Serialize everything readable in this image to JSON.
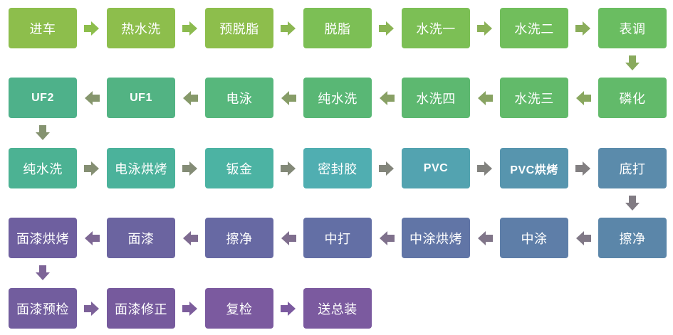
{
  "steps": [
    {
      "label": "进车",
      "color": "#8DBE4C"
    },
    {
      "label": "热水洗",
      "color": "#8DBE4C"
    },
    {
      "label": "预脱脂",
      "color": "#8DBE4C"
    },
    {
      "label": "脱脂",
      "color": "#7CBF55"
    },
    {
      "label": "水洗一",
      "color": "#7CBF55"
    },
    {
      "label": "水洗二",
      "color": "#71BE5C"
    },
    {
      "label": "表调",
      "color": "#6ABD61"
    },
    {
      "label": "磷化",
      "color": "#62BA6A"
    },
    {
      "label": "水洗三",
      "color": "#62BA6A"
    },
    {
      "label": "水洗四",
      "color": "#5DB870"
    },
    {
      "label": "纯水洗",
      "color": "#59B775"
    },
    {
      "label": "电泳",
      "color": "#57B77C"
    },
    {
      "label": "UF1",
      "color": "#52B383"
    },
    {
      "label": "UF2",
      "color": "#4EB18A"
    },
    {
      "label": "纯水洗",
      "color": "#4CB293"
    },
    {
      "label": "电泳烘烤",
      "color": "#4BB29B"
    },
    {
      "label": "钣金",
      "color": "#4CB3A3"
    },
    {
      "label": "密封胶",
      "color": "#50AEB1"
    },
    {
      "label": "PVC",
      "color": "#53A3B0"
    },
    {
      "label": "PVC烘烤",
      "color": "#5795AE"
    },
    {
      "label": "底打",
      "color": "#5B8BAB"
    },
    {
      "label": "擦净",
      "color": "#5B86A9"
    },
    {
      "label": "中涂",
      "color": "#5E7EA8"
    },
    {
      "label": "中涂烘烤",
      "color": "#6175A6"
    },
    {
      "label": "中打",
      "color": "#636FA5"
    },
    {
      "label": "擦净",
      "color": "#6769A3"
    },
    {
      "label": "面漆",
      "color": "#6B64A0"
    },
    {
      "label": "面漆烘烤",
      "color": "#6E5F9F"
    },
    {
      "label": "面漆预检",
      "color": "#725D9E"
    },
    {
      "label": "面漆修正",
      "color": "#765A9D"
    },
    {
      "label": "复检",
      "color": "#7B5A9F"
    },
    {
      "label": "送总装",
      "color": "#7B5A9F"
    }
  ],
  "arrow_color_start": "#8DBE4C",
  "arrow_color_end": "#7B5A9F"
}
